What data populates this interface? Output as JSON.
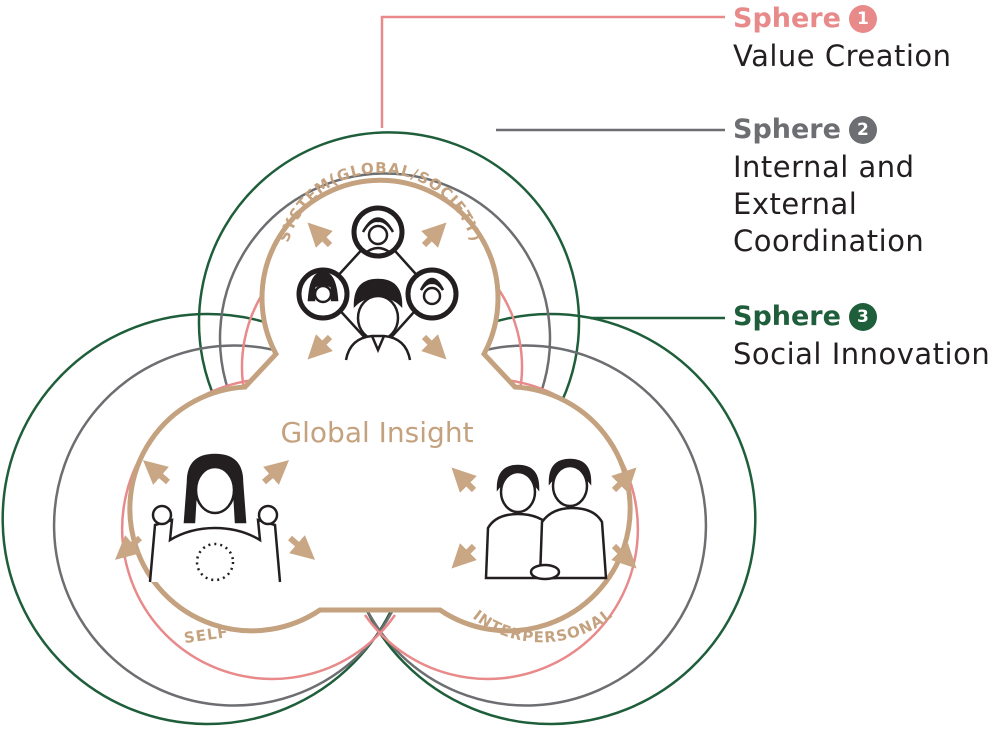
{
  "colors": {
    "sphere1": "#e8898a",
    "sphere2": "#6d6e71",
    "sphere3": "#1e5e3a",
    "core": "#c4a27f",
    "arrow": "#c9a684",
    "ink": "#231f20"
  },
  "core": {
    "title": "Global Insight",
    "system_label": "SYSTEM(GLOBAL/SOCIETY)",
    "self_label": "SELF",
    "interpersonal_label": "INTERPERSONAL"
  },
  "legend": [
    {
      "heading": "Sphere",
      "number": "1",
      "lines": [
        "Value Creation"
      ]
    },
    {
      "heading": "Sphere",
      "number": "2",
      "lines": [
        "Internal and",
        "External",
        "Coordination"
      ]
    },
    {
      "heading": "Sphere",
      "number": "3",
      "lines": [
        "Social Innovation"
      ]
    }
  ]
}
